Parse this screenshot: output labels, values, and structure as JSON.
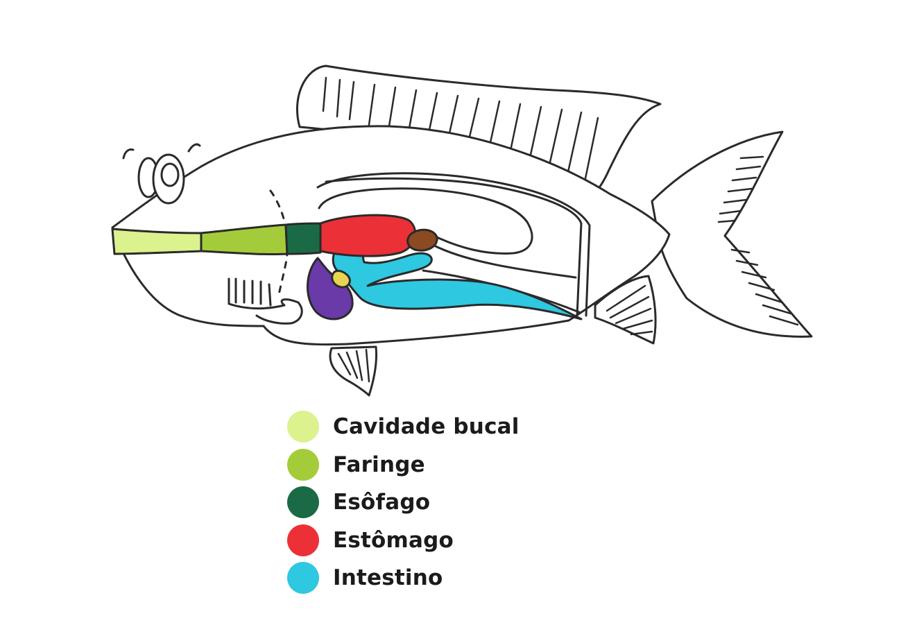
{
  "legend": {
    "items": [
      {
        "label": "Cavidade bucal",
        "color": "#dcf28e"
      },
      {
        "label": "Faringe",
        "color": "#a4cc3a"
      },
      {
        "label": "Esôfago",
        "color": "#1a6b45"
      },
      {
        "label": "Estômago",
        "color": "#ec3038"
      },
      {
        "label": "Intestino",
        "color": "#2ec8e0"
      }
    ]
  },
  "organ_colors": {
    "liver": "#6a3aa8",
    "spleen": "#8a4a22",
    "gallbladder": "#e8d450",
    "outline": "#2a2a2a"
  }
}
